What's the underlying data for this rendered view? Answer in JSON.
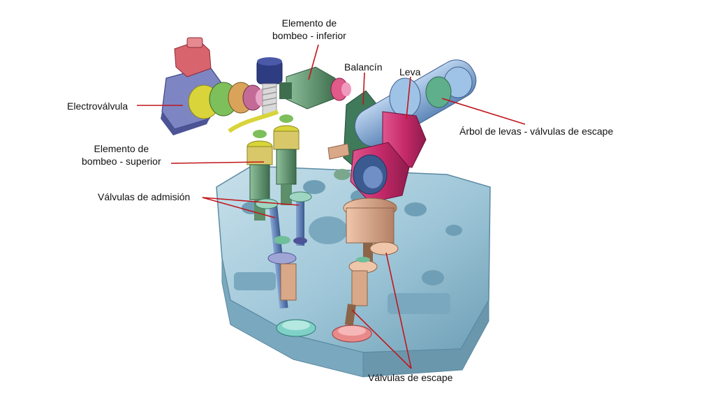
{
  "labels": {
    "electrovalvula": "Electroválvula",
    "bombeo_inferior": [
      "Elemento de",
      "bombeo - inferior"
    ],
    "bombeo_superior": [
      "Elemento de",
      "bombeo - superior"
    ],
    "balancin": "Balancín",
    "leva": "Leva",
    "arbol_levas": "Árbol de levas - válvulas de escape",
    "valvulas_admision": "Válvulas de admisión",
    "valvulas_escape": "Válvulas de escape"
  },
  "colors": {
    "leader_line": "#c0161c",
    "cylinder_head": "#9ec6d8",
    "electrovalve": "#7d86c2",
    "connector": "#d8646e",
    "pump_yellow": "#d8d43a",
    "pump_green": "#5c8f6a",
    "pump_pink": "#c46a96",
    "cam_magenta": "#c62a6a",
    "camshaft_blue": "#7da8d6",
    "rocker_green": "#3f7a5a",
    "valve_blue": "#4d6fa8",
    "exhaust_peach": "#d9a889",
    "cap_navy": "#2e3c82"
  }
}
